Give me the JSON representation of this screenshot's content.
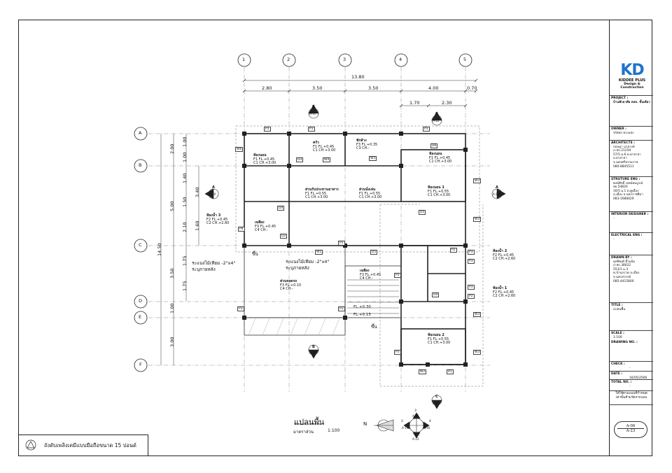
{
  "title_block": {
    "company_line1": "KIDDEE PLUS",
    "company_line2": "Design & Construction",
    "logo_text": "KD",
    "project_label": "PROJECT :",
    "project_value": "บ้านพักอาศัย คสล. ชั้นเดียว",
    "owner_label": "OWNER :",
    "owner_value": "จรัสพร ทรงแสง",
    "architects_label": "ARCHITECTS :",
    "architects_value": [
      "กฤษฎา  นวลวงษ์",
      "ภ-สถ.21259",
      "57/5 ม.6 ต.ทาสาลา",
      "อ.ทาสาลา จ.นครศรีธรรมราช",
      "080-8845511"
    ],
    "structure_label": "STRUTURE ENG :",
    "structure_value": [
      "พงษ์ศักดิ์  เจตน์สมบูรณ์",
      "สย.54830",
      "16/5 ม.1 ต.คูเมือง",
      "อ.เมือง จ.นครราชสีมา",
      "083-1688429"
    ],
    "interior_label": "INTERIOR DESIGNER :",
    "interior_value": "-",
    "electrical_label": "ELECTRICAL ENG :",
    "electrical_value": "-",
    "drawn_label": "DRAWN BY :",
    "drawn_value": [
      "ยุทธิพงศ์  ทิ้วแย้ม",
      "ภ-สถ.38022",
      "553/1 ม.3",
      "ต.บ้านกรวด อ.เมือง จ.นครสวรรค์",
      "085-4415800"
    ],
    "title_label": "TITLE :",
    "title_value": "แปลนพื้น",
    "scale_label": "SCALE :",
    "scale_value": "1:100",
    "drawing_no_label": "DRAWING NO. :",
    "check_label": "CHECK :",
    "check_value": "-",
    "date_label": "DATE :",
    "date_value": "16/05/2566",
    "total_label": "TOTAL NO. :",
    "total_value": "-",
    "note_line1": "ให้ใช้ตามแบบที่กำหนด",
    "note_line2": "เท่านั้นห้ามวัดจากแบบ",
    "sheet_top": "A-06",
    "sheet_bottom": "A-23"
  },
  "legend": {
    "text": "ถังดับเพลิงเคมีแบบมือถือขนาด 15 ปอนด์"
  },
  "drawing": {
    "title": "แปลนพื้น",
    "subtitle": "มาตราส่วน",
    "scale": "1:100",
    "north": "N",
    "grid_cols": [
      "1",
      "2",
      "3",
      "4",
      "5"
    ],
    "grid_rows": [
      "A",
      "B",
      "C",
      "D",
      "E",
      "F"
    ],
    "dim_total": "13.80",
    "dims_top": [
      "2.80",
      "3.50",
      "3.50",
      "4.00",
      "0.70"
    ],
    "dims_sub": [
      "1.70",
      "2.30"
    ],
    "dims_left_total": "14.50",
    "dims_left_a": [
      "2.00",
      "5.00",
      "3.50",
      "1.00",
      "3.00"
    ],
    "dims_left_b": [
      "1.00",
      "1.00",
      "1.40",
      "1.50",
      "2.10",
      "1.75",
      "1.75"
    ],
    "dims_left_c": [
      "3.40",
      "1.60"
    ],
    "section_marks": [
      {
        "id": "sec-b-top",
        "letter": "B",
        "ref": "A-11"
      },
      {
        "id": "sec-c-top",
        "letter": "C",
        "ref": "A-12"
      },
      {
        "id": "sec-a-left",
        "letter": "A",
        "ref": "A-10"
      },
      {
        "id": "sec-a-right",
        "letter": "A",
        "ref": "A-10"
      },
      {
        "id": "sec-b-bottom",
        "letter": "B",
        "ref": "A-11"
      },
      {
        "id": "sec-c-bottom",
        "letter": "C",
        "ref": "A-12"
      }
    ],
    "elev_key": {
      "n3": "3",
      "n2": "2",
      "n4": "4",
      "n1": "1",
      "r15": "A-15",
      "r14": "A-14",
      "r16": "A-16",
      "r13": "A-13"
    },
    "rooms": [
      {
        "name": "ห้องนอน",
        "f": "F1  FL.+0.45",
        "c": "C1  CH.+3.00"
      },
      {
        "name": "ซักล้าง",
        "f": "F3  FL.+0.35",
        "c": "C3  CH.-"
      },
      {
        "name": "ครัว",
        "f": "F1  FL.+0.45",
        "c": "C1  CH.+3.00"
      },
      {
        "name": "ห้องนอน",
        "f": "F1  FL.+0.45",
        "c": "C1  CH.+3.00"
      },
      {
        "name": "ห้องนอน 1",
        "f": "F1  FL.+0.55",
        "c": "C1  CH.+3.00"
      },
      {
        "name": "ส่วนรับประทานอาหาร",
        "f": "F1  FL.+0.55",
        "c": "C1  CH.+3.00"
      },
      {
        "name": "ส่วนนั่งเล่น",
        "f": "F1  FL.+0.55",
        "c": "C1  CH.+3.00"
      },
      {
        "name": "ห้องน้ำ 3",
        "f": "F2  FL.+0.45",
        "c": "C2  CH.+2.60"
      },
      {
        "name": "เฉลียง",
        "f": "F3  FL.+0.45",
        "c": "C4  CH.-"
      },
      {
        "name": "ห้องน้ำ 2",
        "f": "F2  FL.+0.45",
        "c": "C2  CH.+2.60"
      },
      {
        "name": "เฉลียง",
        "f": "F3  FL.+0.45",
        "c": "C4  CH.-"
      },
      {
        "name": "ส่วนจอดรถ",
        "f": "F3  FL.+0.10",
        "c": "C4  CH.-"
      },
      {
        "name": "ห้องน้ำ 1",
        "f": "F2  FL.+0.45",
        "c": "C2  CH.+2.60"
      },
      {
        "name": "ห้องนอน 2",
        "f": "F1  FL.+0.55",
        "c": "C1  CH.+3.00"
      }
    ],
    "notes": {
      "eave1a": "ระแนงไม้เทียม -2\"x4\"",
      "eave1b": "ระบุภายหลัง",
      "eave2a": "ระแนงไม้เทียม -2\"x4\"",
      "eave2b": "ระบุภายหลัง",
      "up1": "ขึ้น",
      "up2": "ขึ้น",
      "fl1": "FL.+0.30",
      "fl2": "FL.+0.15"
    },
    "tags": {
      "p1": "P1",
      "p2": "P2",
      "p3": "P3",
      "p4": "P4",
      "w1": "W1",
      "w2": "W2",
      "w3": "W3",
      "w4": "W4",
      "w5": "W5",
      "w6": "W6",
      "d1": "D1",
      "d2": "D2",
      "d3": "D3",
      "d4": "D4",
      "d5": "D5",
      "d6": "D6"
    }
  }
}
